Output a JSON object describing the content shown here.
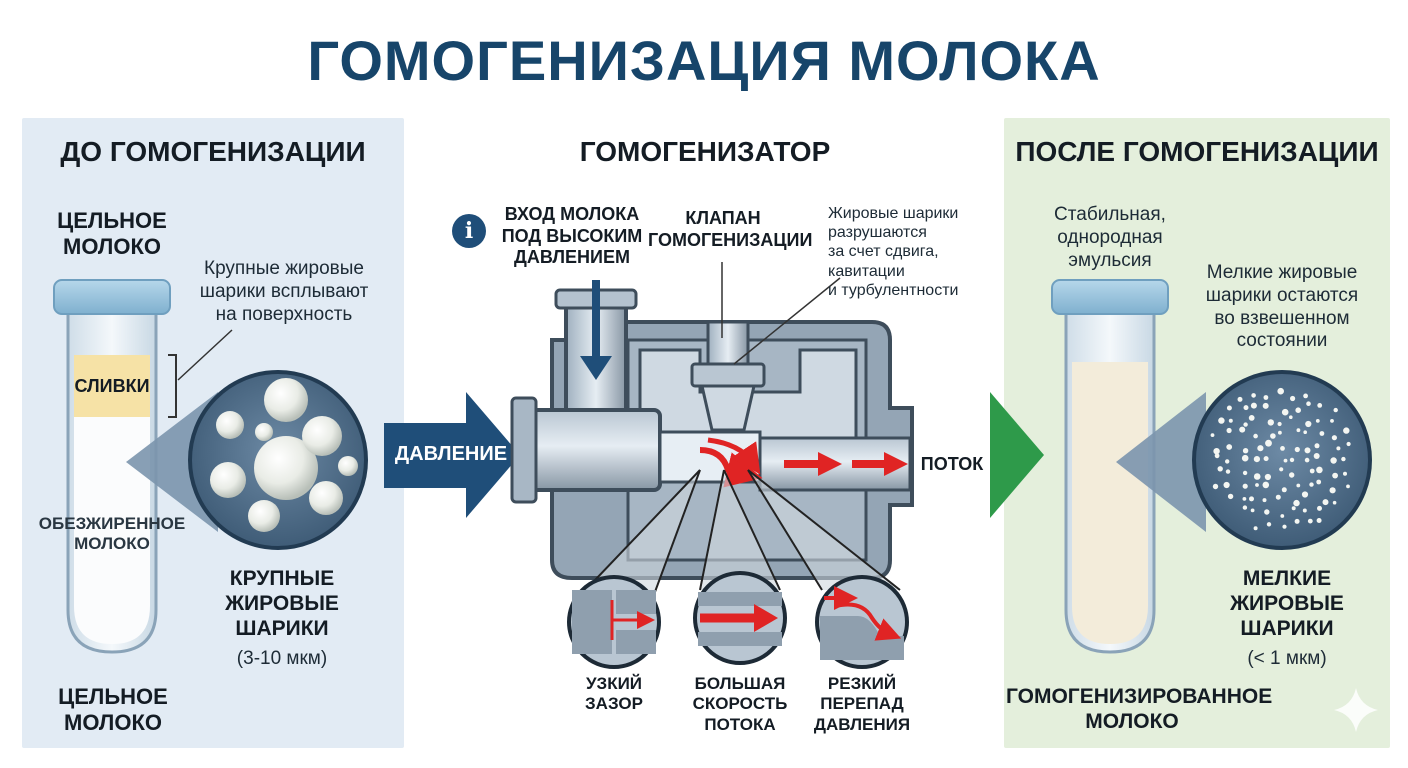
{
  "title": "ГОМОГЕНИЗАЦИЯ МОЛОКА",
  "before": {
    "heading": "ДО ГОМОГЕНИЗАЦИИ",
    "tube_label": "ЦЕЛЬНОЕ\nМОЛОКО",
    "cream_label": "СЛИВКИ",
    "skim_label": "ОБЕЗЖИРЕННОЕ\nМОЛОКО",
    "note": "Крупные жировые\nшарики всплывают\nна поверхность",
    "globules_label": "КРУПНЫЕ\nЖИРОВЫЕ\nШАРИКИ",
    "globules_size": "(3-10 мкм)",
    "bottom_label": "ЦЕЛЬНОЕ\nМОЛОКО"
  },
  "middle": {
    "heading": "ГОМОГЕНИЗАТОР",
    "pressure_label": "ДАВЛЕНИЕ",
    "inlet_label": "ВХОД МОЛОКА\nПОД ВЫСОКИМ\nДАВЛЕНИЕМ",
    "valve_label": "КЛАПАН\nГОМОГЕНИЗАЦИИ",
    "mechanism_note": "Жировые шарики\nразрушаются\nза счет сдвига,\nкавитации\nи турбулентности",
    "flow_label": "ПОТОК",
    "details": [
      {
        "label": "УЗКИЙ\nЗАЗОР"
      },
      {
        "label": "БОЛЬШАЯ\nСКОРОСТЬ\nПОТОКА"
      },
      {
        "label": "РЕЗКИЙ\nПЕРЕПАД\nДАВЛЕНИЯ"
      }
    ]
  },
  "after": {
    "heading": "ПОСЛЕ ГОМОГЕНИЗАЦИИ",
    "emulsion_note": "Стабильная,\nоднородная\nэмульсия",
    "suspension_note": "Мелкие жировые\nшарики остаются\nво взвешенном\nсостоянии",
    "globules_label": "МЕЛКИЕ\nЖИРОВЫЕ\nШАРИКИ",
    "globules_size": "(< 1 мкм)",
    "bottom_label": "ГОМОГЕНИЗИРОВАННОЕ\nМОЛОКО"
  },
  "colors": {
    "title": "#17456a",
    "arrow_navy": "#1f4e79",
    "arrow_green": "#2e9a4a",
    "red_flow": "#e02424",
    "metal": "#8fa0b0",
    "metal_dark": "#4b5a68"
  },
  "icons": [
    "info-icon",
    "sparkle-icon"
  ]
}
